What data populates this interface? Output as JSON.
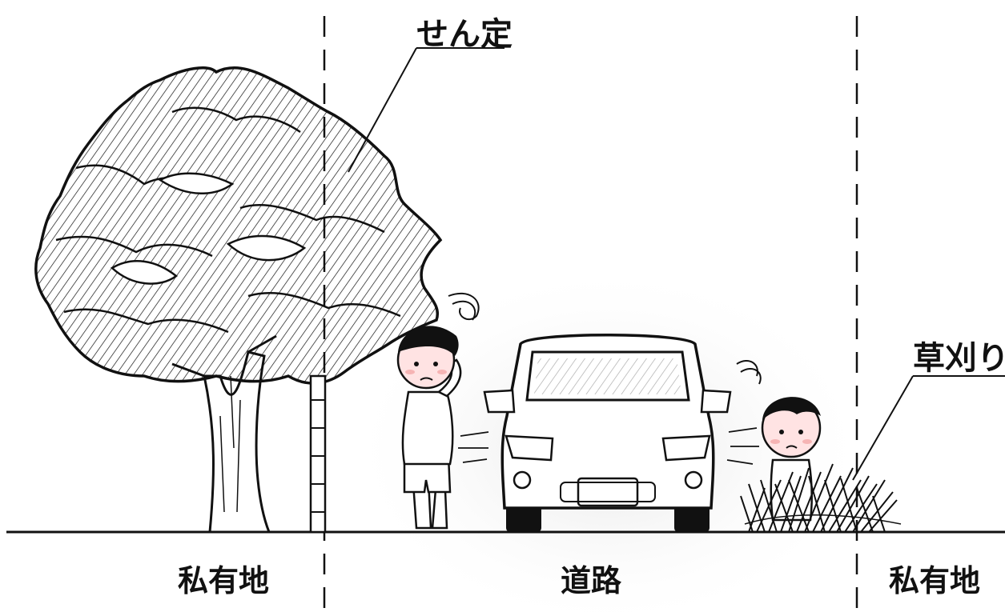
{
  "labels": {
    "pruning": "せん定",
    "grass_cutting": "草刈り",
    "private_land_left": "私有地",
    "road": "道路",
    "private_land_right": "私有地"
  },
  "colors": {
    "ink": "#111111",
    "background": "#ffffff",
    "skin": "#ffe3e3",
    "cheek": "#f6b4b4",
    "road_shade": "#efefef"
  }
}
